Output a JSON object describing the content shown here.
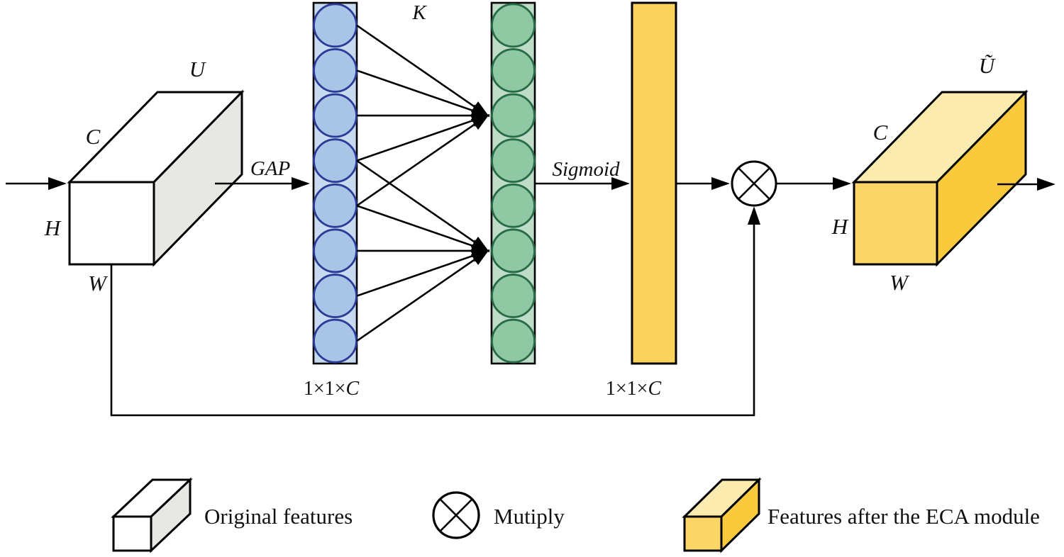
{
  "diagram": {
    "input_cuboid": {
      "top_label": "U",
      "channel_label": "C",
      "height_label": "H",
      "width_label": "W"
    },
    "output_cuboid": {
      "top_label": "Ũ",
      "channel_label": "C",
      "height_label": "H",
      "width_label": "W"
    },
    "gap_label": "GAP",
    "kernel_label": "K",
    "sigmoid_label": "Sigmoid",
    "one_by_one": {
      "prefix": "1×1×",
      "c": "C"
    },
    "structure": {
      "blue_circle_count": 8,
      "green_circle_count": 8,
      "kernel_size": 5,
      "upper_connections": {
        "sources": [
          1,
          2,
          3,
          4,
          5
        ],
        "target": 3
      },
      "lower_connections": {
        "sources": [
          4,
          5,
          6,
          7,
          8
        ],
        "target": 6
      }
    }
  },
  "legend": {
    "original_features_label": "Original features",
    "multiply_label": "Mutiply",
    "eca_features_label": "Features after the ECA module"
  },
  "colors": {
    "line": "#000000",
    "text": "#111111",
    "blue_column_bg": "#C7DAEF",
    "blue_circle_fill": "#A8C4E6",
    "blue_circle_stroke": "#2B3C97",
    "green_column_bg": "#BFDCC8",
    "green_circle_fill": "#8FC8A2",
    "green_circle_stroke": "#276B47",
    "yellow_bar_fill": "#FBD25E",
    "gray_cuboid_front": "#FFFFFF",
    "gray_cuboid_top": "#FFFFFF",
    "gray_cuboid_side": "#E7E7E3",
    "yellow_cuboid_front": "#FBD666",
    "yellow_cuboid_top": "#FBEBAE",
    "yellow_cuboid_side": "#F9CB3C"
  }
}
